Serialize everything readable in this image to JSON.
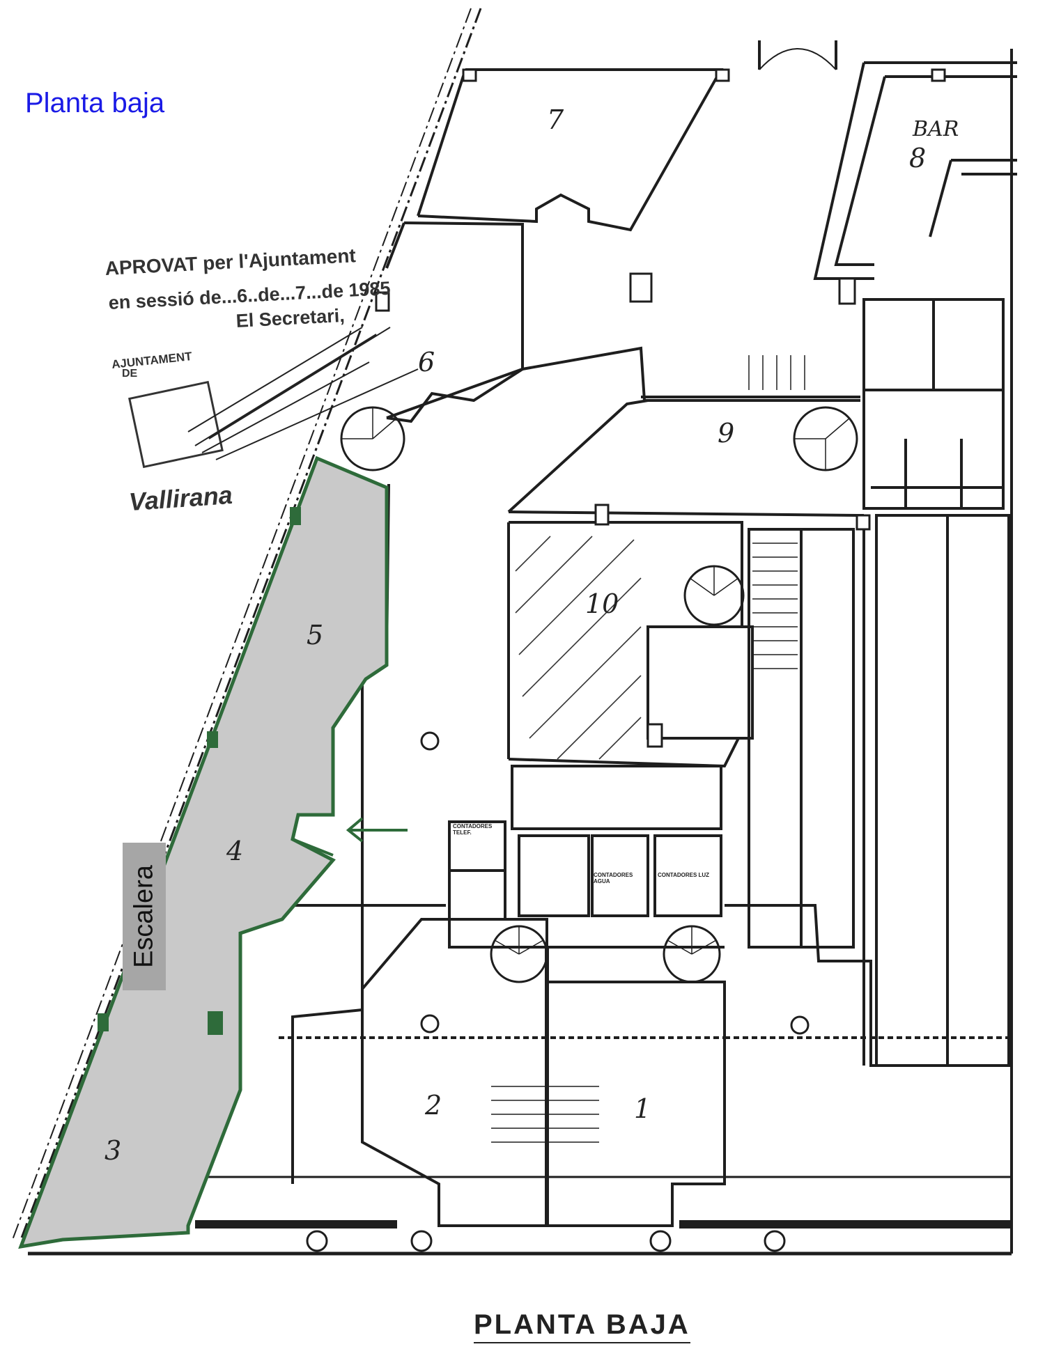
{
  "corner_label": "Planta baja",
  "title": "PLANTA BAJA",
  "stamp": {
    "line1": "APROVAT per l'Ajuntament",
    "line2": "en sessió de...6..de...7...de 1985",
    "line3": "El Secretari,",
    "seal_top": "AJUNTAMENT",
    "seal_de": "DE",
    "seal_town": "Vallirana"
  },
  "rooms": {
    "r1": "1",
    "r2": "2",
    "r3": "3",
    "r4": "4",
    "r5": "5",
    "r6": "6",
    "r7": "7",
    "r8": "8",
    "r9": "9",
    "r10": "10"
  },
  "bar_label": "BAR",
  "stair_label": "Escalera",
  "meters": {
    "telef": "CONTADORES TELEF.",
    "agua": "CONTADORES AGUA",
    "luz": "CONTADORES LUZ"
  },
  "colors": {
    "highlight_outline": "#2e6b3a",
    "highlight_fill": "#c9c9c9",
    "wall": "#1e1e1e",
    "blue_label": "#1a1ae6",
    "stair_box": "#a6a6a6"
  }
}
